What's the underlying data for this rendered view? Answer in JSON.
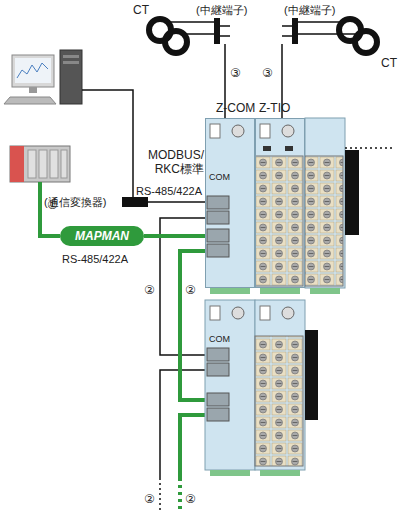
{
  "diagram": {
    "nodes": [
      {
        "text": [
          "Z-COM"
        ]
      },
      {
        "text": [
          "Z-TIO"
        ]
      },
      {
        "text": [
          "MAPMAN"
        ]
      }
    ],
    "edges": [
      {
        "from": 2,
        "to": 0,
        "arrow": "none"
      }
    ],
    "labels": [
      "(中継端子)",
      "(中継端子)",
      "CT",
      "CT",
      "③",
      "③",
      "(通信変換器)",
      "MODBUS/ RKC標準",
      "RS-485/422A",
      "①",
      "RS-485/422A",
      "②",
      "②",
      "②",
      "②",
      "COM",
      "COM"
    ]
  }
}
